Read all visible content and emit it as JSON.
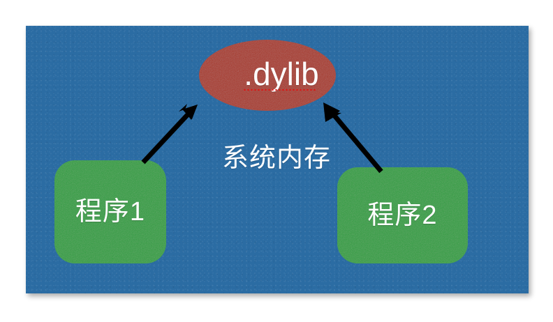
{
  "canvas": {
    "background_color": "#2b6ca3",
    "label": "系统内存"
  },
  "shared_library": {
    "label": ".dylib",
    "fill_color": "#a8392a",
    "text_color": "#ffffff",
    "spellcheck_underline_color": "#e11010"
  },
  "processes": [
    {
      "label": "程序1",
      "fill_color": "#2f9e41",
      "text_color": "#ffffff"
    },
    {
      "label": "程序2",
      "fill_color": "#2f9e41",
      "text_color": "#ffffff"
    }
  ],
  "arrows": [
    {
      "name": "program1-to-dylib",
      "color": "#000000",
      "from": "程序1",
      "to": ".dylib"
    },
    {
      "name": "program2-to-dylib",
      "color": "#000000",
      "from": "程序2",
      "to": ".dylib"
    }
  ]
}
